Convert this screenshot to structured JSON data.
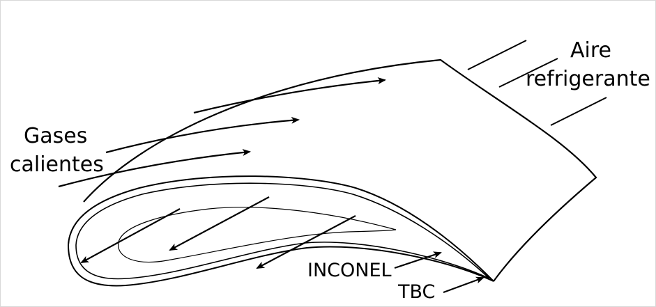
{
  "labels": {
    "gases_line1": "Gases",
    "gases_line2": "calientes",
    "aire_line1": "Aire",
    "aire_line2": "refrigerante",
    "inconel": "INCONEL",
    "tbc": "TBC"
  },
  "colors": {
    "stroke": "#000000",
    "background": "#ffffff"
  }
}
